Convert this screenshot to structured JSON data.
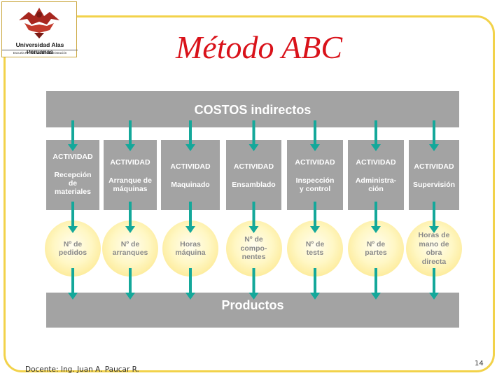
{
  "header": {
    "logo_name": "Universidad Alas Peruanas",
    "logo_subtitle": "Escuela Profesional de Administración",
    "title": "Método ABC"
  },
  "diagram": {
    "top_bar_bold": "COSTOS",
    "top_bar_rest": " indirectos",
    "bottom_bar": "Productos",
    "activity_label": "ACTIVIDAD",
    "activities": [
      {
        "name": "Recepción\nde\nmateriales"
      },
      {
        "name": "Arranque de\nmáquinas"
      },
      {
        "name": "Maquinado"
      },
      {
        "name": "Ensamblado"
      },
      {
        "name": "Inspección\ny control"
      },
      {
        "name": "Administra-\nción"
      },
      {
        "name": "Supervisión"
      }
    ],
    "drivers": [
      "Nº de\npedidos",
      "Nº de\narranques",
      "Horas\nmáquina",
      "Nº de\ncompo-\nnentes",
      "Nº de\ntests",
      "Nº de\npartes",
      "Horas de\nmano de\nobra\ndirecta"
    ],
    "colors": {
      "bar": "#a3a3a3",
      "arrow": "#14a89a",
      "circle": "#fbe27a",
      "title": "#d9121a",
      "frame": "#f2d24a"
    }
  },
  "footer": {
    "teacher": "Docente: Ing. Juan A. Paucar R.",
    "page": "14"
  }
}
